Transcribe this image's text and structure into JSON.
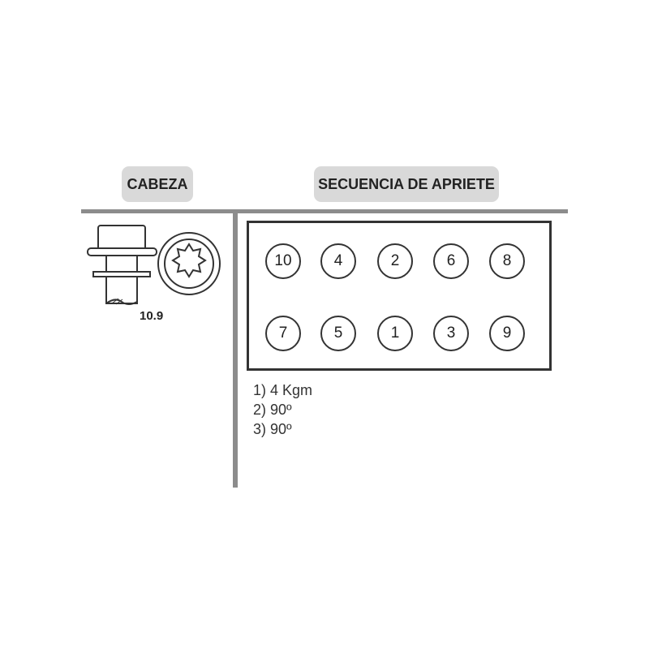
{
  "header": {
    "cabeza_label": "CABEZA",
    "secuencia_label": "SECUENCIA DE APRIETE"
  },
  "bolt": {
    "grade": "10.9"
  },
  "sequence": {
    "row_top": [
      "10",
      "4",
      "2",
      "6",
      "8"
    ],
    "row_bottom": [
      "7",
      "5",
      "1",
      "3",
      "9"
    ]
  },
  "steps": [
    "1) 4 Kgm",
    "2) 90º",
    "3) 90º"
  ],
  "colors": {
    "tag_background": "#d9d9d9",
    "rule": "#8c8c8c",
    "stroke": "#333333"
  },
  "icons": {
    "bolt_side": "flanged-bolt-side-view-icon",
    "bolt_head": "torx-socket-head-icon"
  }
}
